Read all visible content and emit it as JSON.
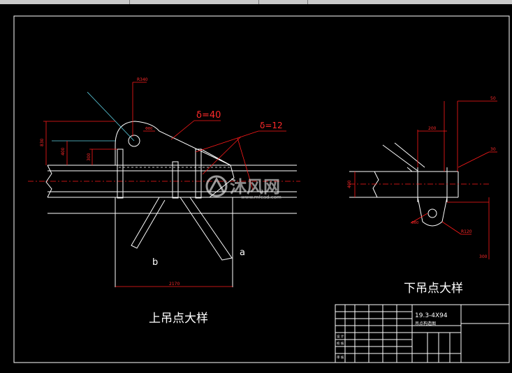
{
  "window": {
    "title_bar_present": true,
    "background_color": "#000000",
    "line_color": "#ffffff",
    "dimension_color": "#ff1a1a",
    "centerline_color": "#5fd3e6"
  },
  "upper_detail": {
    "title": "上吊点大样",
    "plate_thickness_main": "δ=40",
    "plate_thickness_side": "δ=12",
    "label_a": "a",
    "label_b": "b",
    "dims": {
      "radius_top": "R340",
      "hole": "Φ80",
      "height_outer": "830",
      "height_mid": "400",
      "height_inner": "300",
      "width_bottom": "2170"
    }
  },
  "lower_detail": {
    "title": "下吊点大样",
    "dims": {
      "width_top": "200",
      "offset_top": "50",
      "offset_right": "30",
      "height_left": "400",
      "hole": "Φ80",
      "radius": "R120",
      "height_right": "300"
    }
  },
  "title_block": {
    "project_code": "19.3-4X94",
    "drawing_name": "吊点构造图",
    "row_labels": [
      "设 计",
      "校 核",
      "审 核"
    ]
  },
  "watermark": {
    "brand": "沐风网",
    "url": "www.mfcad.com"
  }
}
